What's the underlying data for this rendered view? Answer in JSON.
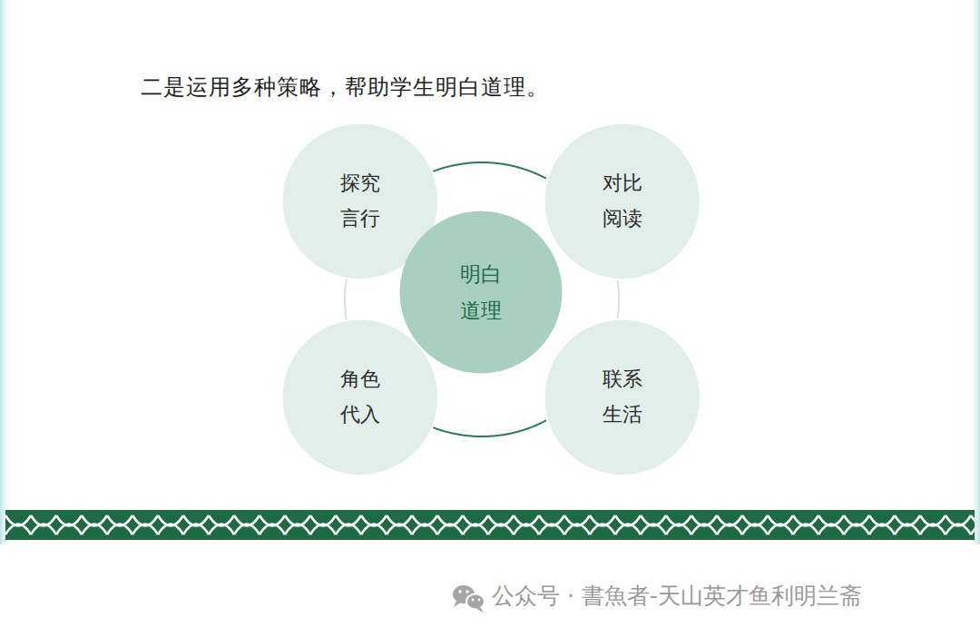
{
  "diagram": {
    "title": "二是运用多种策略，帮助学生明白道理。",
    "nodes": [
      {
        "text": [
          "探究 言行"
        ]
      },
      {
        "text": [
          "对比 阅读"
        ]
      },
      {
        "text": [
          "明白 道理"
        ]
      },
      {
        "text": [
          "角色 代入"
        ]
      },
      {
        "text": [
          "联系 生活"
        ]
      }
    ],
    "edges": [
      {
        "from": 0,
        "to": 1,
        "arrow": "none"
      },
      {
        "from": 1,
        "to": 4,
        "arrow": "none"
      },
      {
        "from": 3,
        "to": 4,
        "arrow": "none"
      },
      {
        "from": 0,
        "to": 3,
        "arrow": "none"
      }
    ],
    "labels": [
      "公众号 · 書魚者-天山英才鱼利明兰斋"
    ]
  }
}
